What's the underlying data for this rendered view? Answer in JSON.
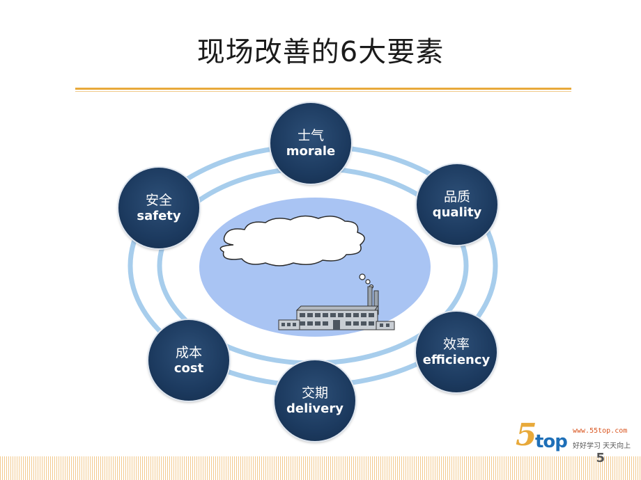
{
  "slide": {
    "title": "现场改善的6大要素",
    "page_number": "5"
  },
  "diagram": {
    "nodes": [
      {
        "id": "morale",
        "zh": "士气",
        "en": "morale"
      },
      {
        "id": "quality",
        "zh": "品质",
        "en": "quality"
      },
      {
        "id": "efficiency",
        "zh": "效率",
        "en": "efficiency"
      },
      {
        "id": "delivery",
        "zh": "交期",
        "en": "delivery"
      },
      {
        "id": "cost",
        "zh": "成本",
        "en": "cost"
      },
      {
        "id": "safety",
        "zh": "安全",
        "en": "safety"
      }
    ],
    "colors": {
      "node": "#1c3a5f",
      "ring": "#a7cdec",
      "center": "#a9c4f3",
      "accent_rule": "#e8a93a"
    }
  },
  "logo": {
    "mark": "5",
    "word": "top",
    "url": "www.55top.com",
    "slogan": "好好学习 天天向上"
  }
}
